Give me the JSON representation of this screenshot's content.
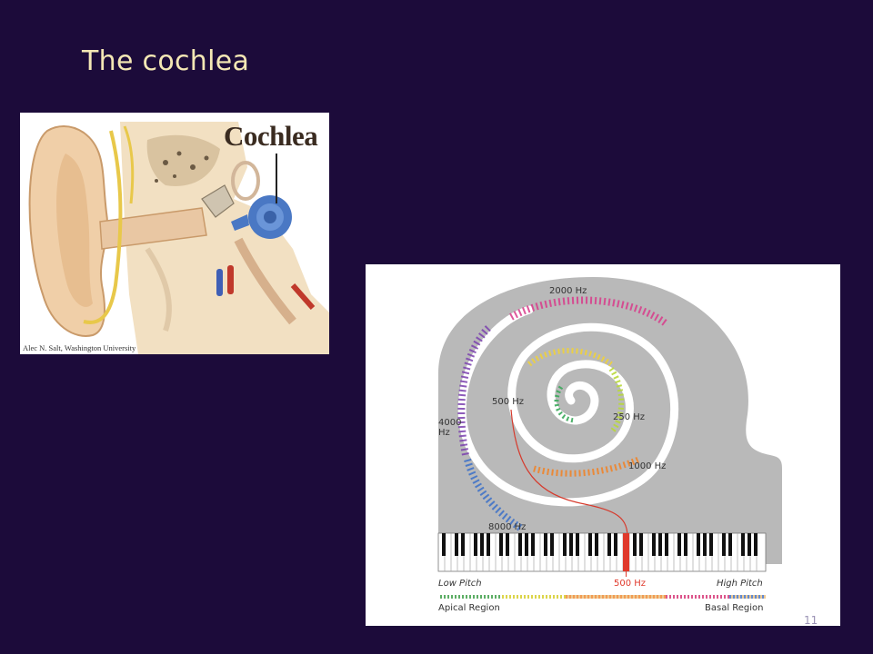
{
  "slide": {
    "title": "The cochlea",
    "page_number": "11"
  },
  "ear_image": {
    "label": "Cochlea",
    "credit": "Alec N. Salt, Washington University"
  },
  "piano_figure": {
    "frequency_labels": {
      "hz_2000": "2000 Hz",
      "hz_500": "500 Hz",
      "hz_4000_line1": "4000",
      "hz_4000_line2": "Hz",
      "hz_250": "250 Hz",
      "hz_1000": "1000 Hz",
      "hz_8000": "8000 Hz"
    },
    "legend": {
      "low_pitch": "Low Pitch",
      "marker": "500 Hz",
      "high_pitch": "High Pitch",
      "apical": "Apical Region",
      "basal": "Basal Region"
    }
  },
  "colors": {
    "background": "#1c0b3a",
    "title": "#f4e7b4",
    "highlight": "#e03a2c"
  }
}
